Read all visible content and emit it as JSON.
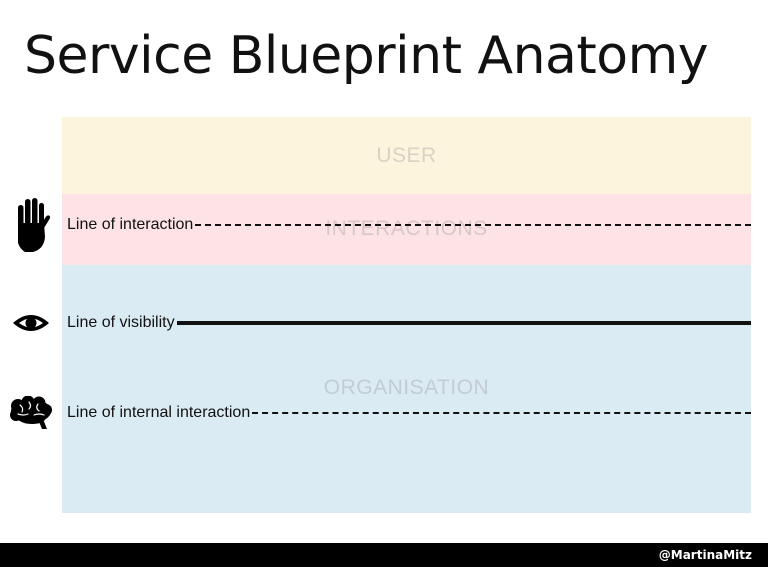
{
  "title": "Service Blueprint Anatomy",
  "bands": {
    "user": "USER",
    "interactions": "INTERACTIONS",
    "organisation": "ORGANISATION"
  },
  "lines": {
    "interaction": "Line of interaction",
    "visibility": "Line of visibility",
    "internal": "Line of internal interaction"
  },
  "icons": {
    "interaction": "hand-icon",
    "visibility": "eye-icon",
    "internal": "brain-icon"
  },
  "footer": {
    "handle": "@MartinaMitz"
  },
  "colors": {
    "user_band": "#fcf4dd",
    "interactions_band": "#fde3e5",
    "organisation_band": "#dbebf4",
    "footer_bar": "#000000"
  }
}
